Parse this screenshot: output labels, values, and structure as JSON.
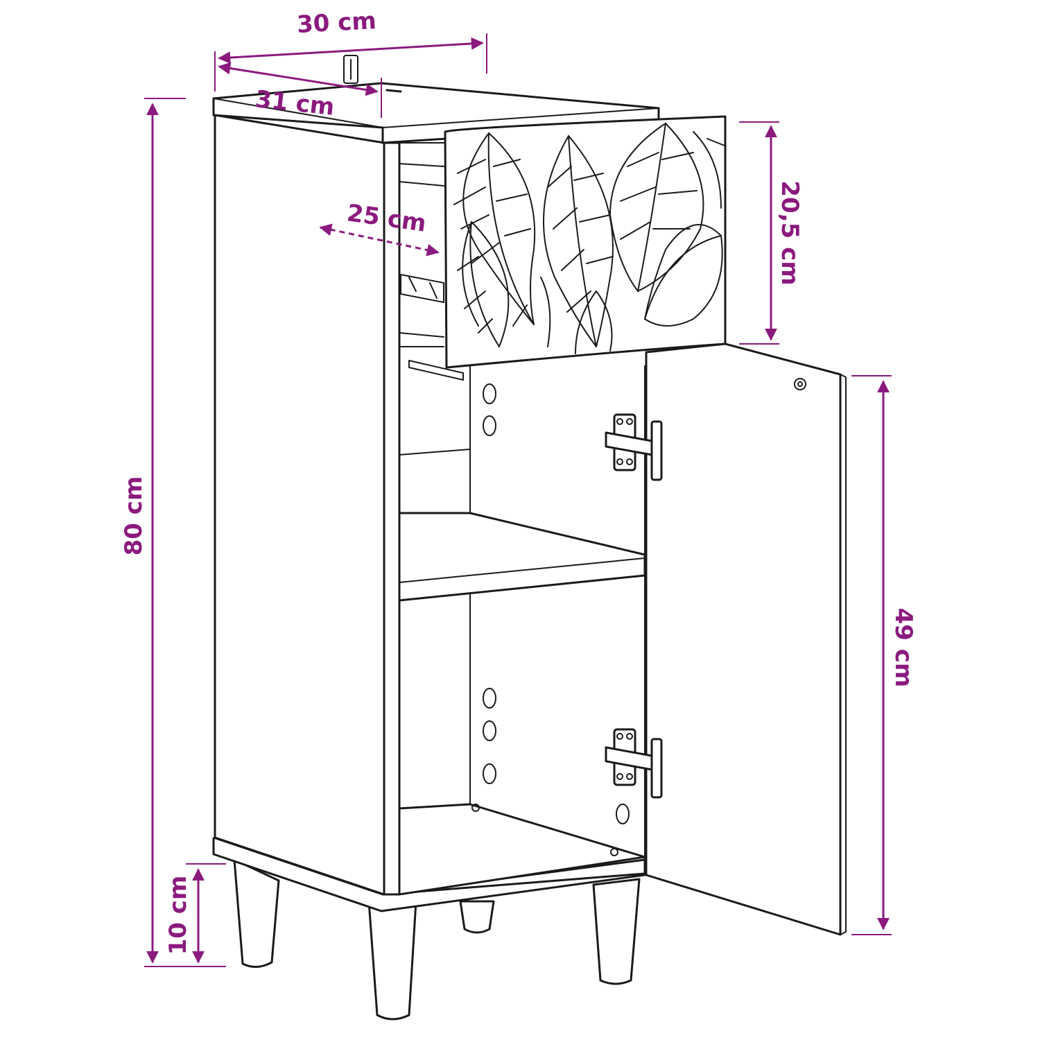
{
  "colors": {
    "dimension": "#8b1a7e",
    "line": "#1a1a1a",
    "background": "#ffffff"
  },
  "dimensions": {
    "width_top": "30 cm",
    "depth_top": "31 cm",
    "drawer_depth": "25 cm",
    "drawer_height": "20,5 cm",
    "total_height": "80 cm",
    "leg_height": "10 cm",
    "door_height": "49 cm"
  }
}
